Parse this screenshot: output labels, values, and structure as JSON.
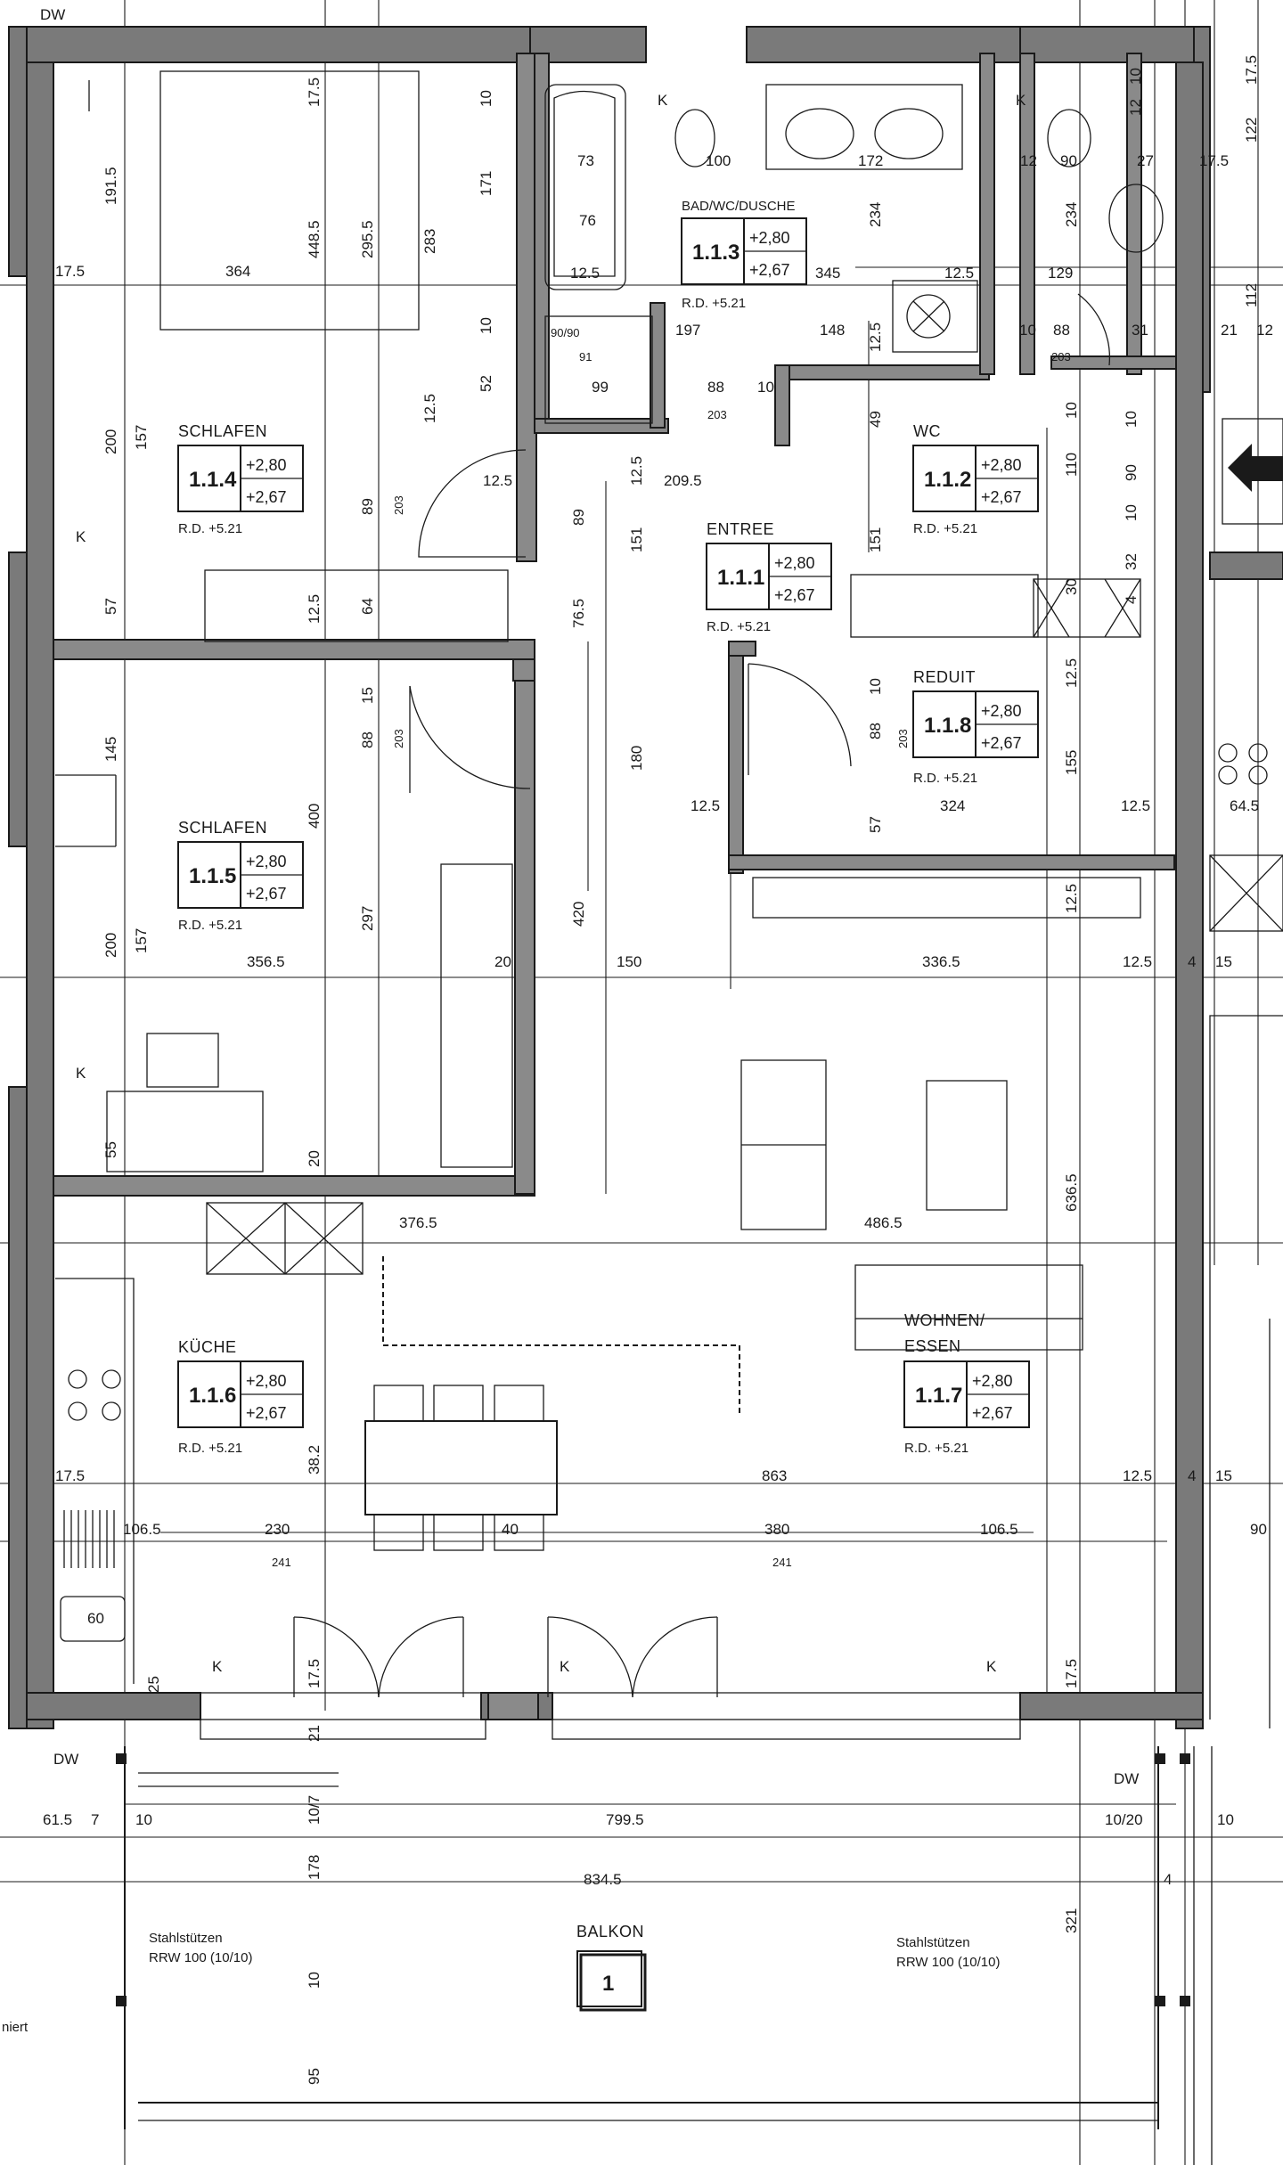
{
  "rooms": [
    {
      "key": "schlafen1",
      "name": "SCHLAFEN",
      "number": "1.1.4",
      "level_top": "+2,80",
      "level_bottom": "+2,67",
      "rd": "R.D. +5.21"
    },
    {
      "key": "schlafen2",
      "name": "SCHLAFEN",
      "number": "1.1.5",
      "level_top": "+2,80",
      "level_bottom": "+2,67",
      "rd": "R.D. +5.21"
    },
    {
      "key": "bad",
      "name": "BAD/WC/DUSCHE",
      "number": "1.1.3",
      "level_top": "+2,80",
      "level_bottom": "+2,67",
      "rd": "R.D. +5.21"
    },
    {
      "key": "wc",
      "name": "WC",
      "number": "1.1.2",
      "level_top": "+2,80",
      "level_bottom": "+2,67",
      "rd": "R.D. +5.21"
    },
    {
      "key": "entree",
      "name": "ENTREE",
      "number": "1.1.1",
      "level_top": "+2,80",
      "level_bottom": "+2,67",
      "rd": "R.D. +5.21"
    },
    {
      "key": "reduit",
      "name": "REDUIT",
      "number": "1.1.8",
      "level_top": "+2,80",
      "level_bottom": "+2,67",
      "rd": "R.D. +5.21"
    },
    {
      "key": "kueche",
      "name": "KÜCHE",
      "number": "1.1.6",
      "level_top": "+2,80",
      "level_bottom": "+2,67",
      "rd": "R.D. +5.21"
    },
    {
      "key": "wohnen",
      "name": "WOHNEN/",
      "name2": "ESSEN",
      "number": "1.1.7",
      "level_top": "+2,80",
      "level_bottom": "+2,67",
      "rd": "R.D. +5.21"
    }
  ],
  "balcony": {
    "name": "BALKON",
    "number": "1"
  },
  "notes": {
    "stahl_left_1": "Stahlstützen",
    "stahl_left_2": "RRW 100 (10/10)",
    "stahl_right_1": "Stahlstützen",
    "stahl_right_2": "RRW 100 (10/10)",
    "dw_top": "DW",
    "dw_bottom_left": "DW",
    "dw_bottom_right": "DW",
    "edge_left": "niert"
  },
  "dimensions": {
    "d1": "17.5",
    "d2": "10",
    "d3": "191.5",
    "d4": "448.5",
    "d5": "295.5",
    "d6": "283",
    "d7": "171",
    "d8": "17.5",
    "d9": "364",
    "d10": "10",
    "d11": "52",
    "d12": "200",
    "d13": "157",
    "d14": "89",
    "d15": "203",
    "d16": "12.5",
    "d17": "12.5",
    "d18": "57",
    "d19": "12.5",
    "d20": "64",
    "d21": "73",
    "d22": "76",
    "d23": "12.5",
    "d24": "90/90",
    "d25": "91",
    "d26": "99",
    "d27": "100",
    "d28": "172",
    "d29": "234",
    "d30": "345",
    "d31": "12.5",
    "d32": "197",
    "d33": "148",
    "d34": "12.5",
    "d35": "88",
    "d36": "203",
    "d37": "10",
    "d38": "49",
    "d39": "12.5",
    "d40": "209.5",
    "d41": "89",
    "d42": "151",
    "d43": "151",
    "d44": "76.5",
    "d45": "12",
    "d46": "90",
    "d47": "27",
    "d48": "17.5",
    "d49": "234",
    "d50": "129",
    "d51": "10",
    "d52": "88",
    "d53": "203",
    "d54": "31",
    "d55": "21",
    "d56": "12",
    "d57": "10",
    "d58": "110",
    "d59": "90",
    "d60": "10",
    "d61": "30",
    "d62": "4",
    "d63": "32",
    "d64": "10",
    "d65": "122",
    "d66": "17.5",
    "d67": "112",
    "d68": "10",
    "d69": "12",
    "d70": "15",
    "d71": "88",
    "d72": "203",
    "d73": "145",
    "d74": "400",
    "d75": "297",
    "d76": "200",
    "d77": "157",
    "d78": "356.5",
    "d79": "20",
    "d80": "150",
    "d81": "336.5",
    "d82": "12.5",
    "d83": "4",
    "d84": "15",
    "d85": "180",
    "d86": "420",
    "d87": "12.5",
    "d88": "57",
    "d89": "324",
    "d90": "12.5",
    "d91": "10",
    "d92": "88",
    "d93": "203",
    "d94": "155",
    "d95": "12.5",
    "d96": "12.5",
    "d97": "64.5",
    "d98": "55",
    "d99": "20",
    "d100": "376.5",
    "d101": "486.5",
    "d102": "636.5",
    "d103": "38.2",
    "d104": "17.5",
    "d105": "863",
    "d106": "12.5",
    "d107": "4",
    "d108": "15",
    "d109": "106.5",
    "d110": "230",
    "d111": "241",
    "d112": "40",
    "d113": "380",
    "d114": "241",
    "d115": "106.5",
    "d116": "90",
    "d117": "60",
    "d118": "25",
    "d119": "17.5",
    "d120": "17.5",
    "d121": "21",
    "d122": "10/7",
    "d123": "178",
    "d124": "10",
    "d125": "95",
    "d126": "321",
    "d127": "4",
    "d128": "61.5",
    "d129": "7",
    "d130": "10",
    "d131": "799.5",
    "d132": "10/20",
    "d133": "10",
    "d134": "834.5"
  },
  "marks": {
    "k": "K"
  }
}
